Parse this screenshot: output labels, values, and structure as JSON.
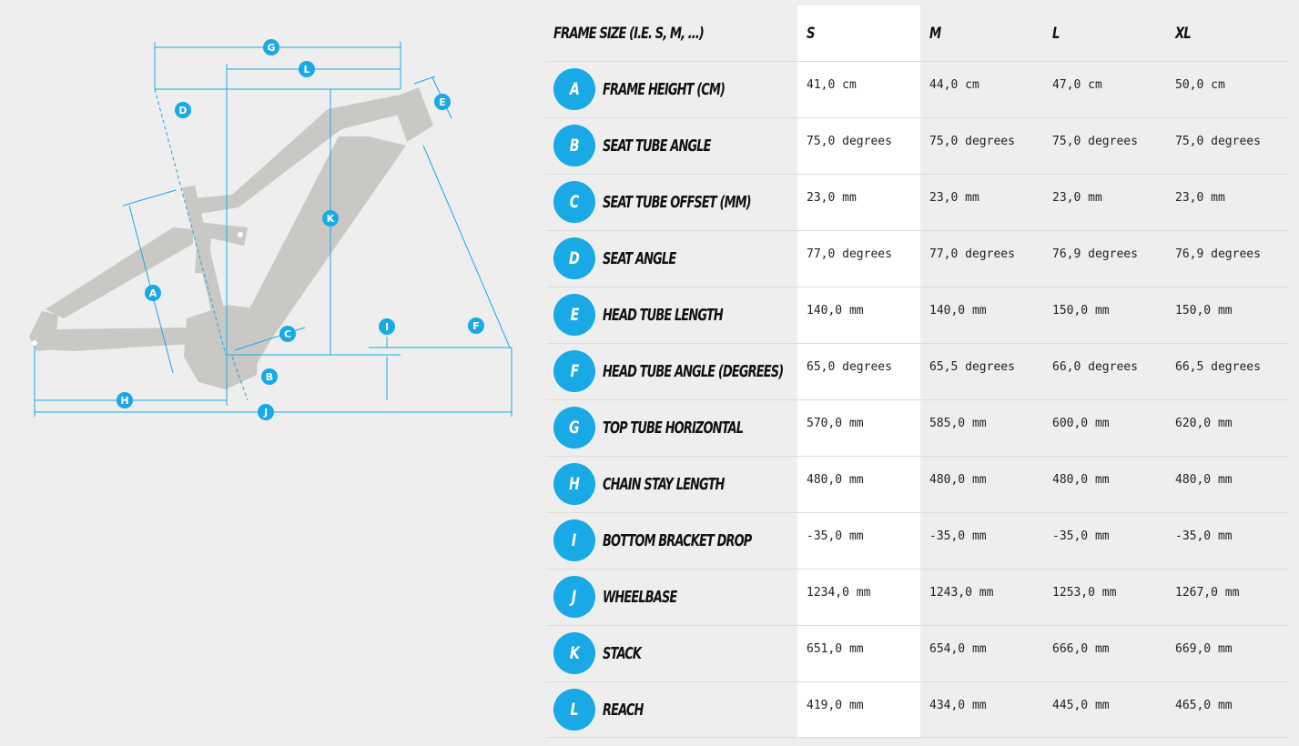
{
  "colors": {
    "accent": "#18a9e6",
    "frame_fill": "#c9c8c5",
    "background": "#eeeeee",
    "highlight_column": "#ffffff"
  },
  "diagram": {
    "labels": [
      "A",
      "B",
      "C",
      "D",
      "E",
      "F",
      "G",
      "H",
      "I",
      "J",
      "K",
      "L"
    ]
  },
  "table": {
    "header_label": "FRAME SIZE (I.E. S, M, ...)",
    "sizes": [
      "S",
      "M",
      "L",
      "XL"
    ],
    "rows": [
      {
        "letter": "A",
        "name": "FRAME HEIGHT (CM)",
        "values": [
          "41,0 cm",
          "44,0 cm",
          "47,0 cm",
          "50,0 cm"
        ]
      },
      {
        "letter": "B",
        "name": "SEAT TUBE ANGLE",
        "values": [
          "75,0 degrees",
          "75,0 degrees",
          "75,0 degrees",
          "75,0 degrees"
        ]
      },
      {
        "letter": "C",
        "name": "SEAT TUBE OFFSET (MM)",
        "values": [
          "23,0 mm",
          "23,0 mm",
          "23,0 mm",
          "23,0 mm"
        ]
      },
      {
        "letter": "D",
        "name": "SEAT ANGLE",
        "values": [
          "77,0 degrees",
          "77,0 degrees",
          "76,9 degrees",
          "76,9 degrees"
        ]
      },
      {
        "letter": "E",
        "name": "HEAD TUBE LENGTH",
        "values": [
          "140,0 mm",
          "140,0 mm",
          "150,0 mm",
          "150,0 mm"
        ]
      },
      {
        "letter": "F",
        "name": "HEAD TUBE ANGLE (DEGREES)",
        "values": [
          "65,0 degrees",
          "65,5 degrees",
          "66,0 degrees",
          "66,5 degrees"
        ]
      },
      {
        "letter": "G",
        "name": "TOP TUBE HORIZONTAL",
        "values": [
          "570,0 mm",
          "585,0 mm",
          "600,0 mm",
          "620,0 mm"
        ]
      },
      {
        "letter": "H",
        "name": "CHAIN STAY LENGTH",
        "values": [
          "480,0 mm",
          "480,0 mm",
          "480,0 mm",
          "480,0 mm"
        ]
      },
      {
        "letter": "I",
        "name": "BOTTOM BRACKET DROP",
        "values": [
          "-35,0 mm",
          "-35,0 mm",
          "-35,0 mm",
          "-35,0 mm"
        ]
      },
      {
        "letter": "J",
        "name": "WHEELBASE",
        "values": [
          "1234,0 mm",
          "1243,0 mm",
          "1253,0 mm",
          "1267,0 mm"
        ]
      },
      {
        "letter": "K",
        "name": "STACK",
        "values": [
          "651,0 mm",
          "654,0 mm",
          "666,0 mm",
          "669,0 mm"
        ]
      },
      {
        "letter": "L",
        "name": "REACH",
        "values": [
          "419,0 mm",
          "434,0 mm",
          "445,0 mm",
          "465,0 mm"
        ]
      }
    ]
  }
}
